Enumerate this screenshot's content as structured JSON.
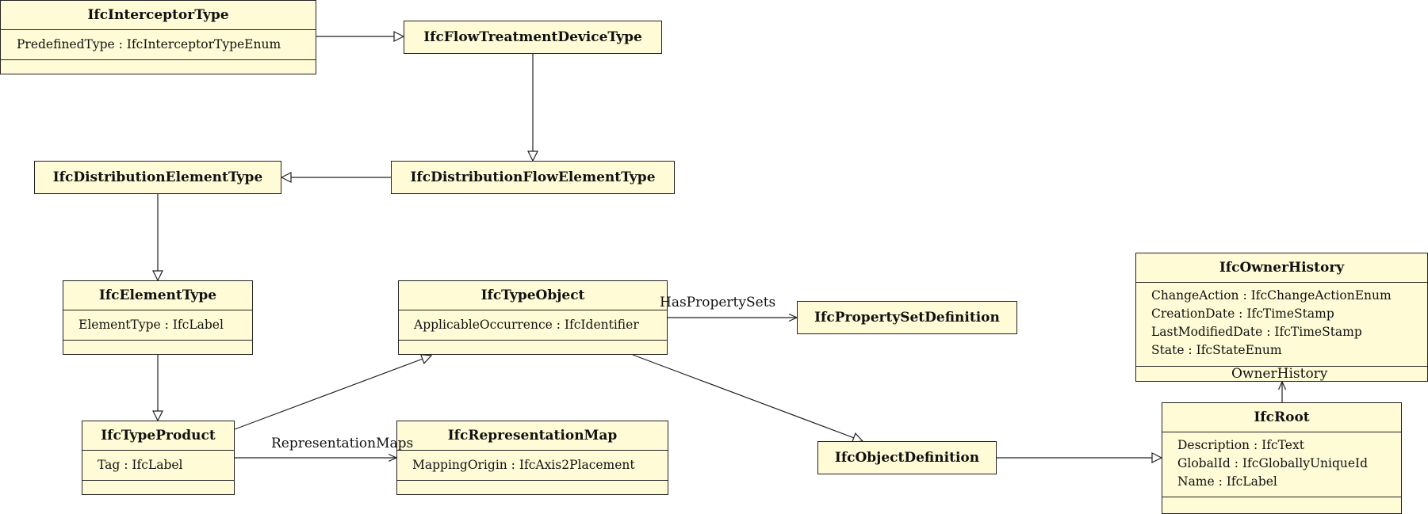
{
  "diagram": {
    "classes": {
      "interceptor": {
        "name": "IfcInterceptorType",
        "attributes": [
          "PredefinedType : IfcInterceptorTypeEnum"
        ]
      },
      "flowtreatment": {
        "name": "IfcFlowTreatmentDeviceType",
        "attributes": []
      },
      "distflow": {
        "name": "IfcDistributionFlowElementType",
        "attributes": []
      },
      "distelem": {
        "name": "IfcDistributionElementType",
        "attributes": []
      },
      "elemtype": {
        "name": "IfcElementType",
        "attributes": [
          "ElementType : IfcLabel"
        ]
      },
      "typeobject": {
        "name": "IfcTypeObject",
        "attributes": [
          "ApplicableOccurrence : IfcIdentifier"
        ]
      },
      "propset": {
        "name": "IfcPropertySetDefinition",
        "attributes": []
      },
      "ownerhistory": {
        "name": "IfcOwnerHistory",
        "attributes": [
          "ChangeAction : IfcChangeActionEnum",
          "CreationDate : IfcTimeStamp",
          "LastModifiedDate : IfcTimeStamp",
          "State : IfcStateEnum"
        ]
      },
      "typeproduct": {
        "name": "IfcTypeProduct",
        "attributes": [
          "Tag : IfcLabel"
        ]
      },
      "repmap": {
        "name": "IfcRepresentationMap",
        "attributes": [
          "MappingOrigin : IfcAxis2Placement"
        ]
      },
      "objdef": {
        "name": "IfcObjectDefinition",
        "attributes": []
      },
      "root": {
        "name": "IfcRoot",
        "attributes": [
          "Description : IfcText",
          "GlobalId : IfcGloballyUniqueId",
          "Name : IfcLabel"
        ]
      }
    },
    "associations": {
      "haspropertysets": "HasPropertySets",
      "representationmaps": "RepresentationMaps",
      "ownerhistory": "OwnerHistory"
    }
  }
}
